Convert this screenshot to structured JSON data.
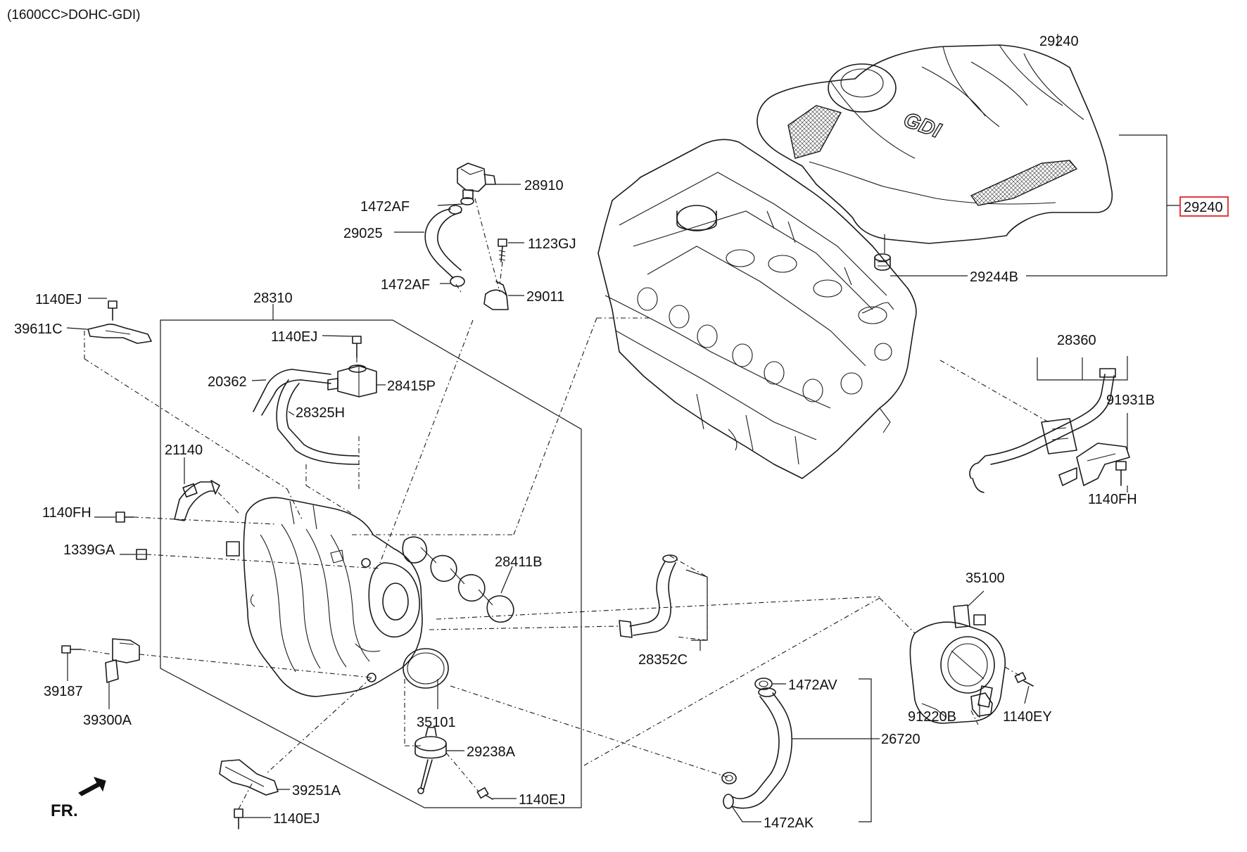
{
  "header": {
    "title": "(1600CC>DOHC-GDI)"
  },
  "engine_cover": {
    "emblem": "GDI"
  },
  "orientation": {
    "label": "FR."
  },
  "labels": {
    "l29240_top": "29240",
    "l29240_box": "29240",
    "l29244B": "29244B",
    "l28910": "28910",
    "l1472AF_a": "1472AF",
    "l29025": "29025",
    "l1123GJ": "1123GJ",
    "l1472AF_b": "1472AF",
    "l29011": "29011",
    "l1140EJ_a": "1140EJ",
    "l39611C": "39611C",
    "l28310": "28310",
    "l1140EJ_b": "1140EJ",
    "l20362": "20362",
    "l28415P": "28415P",
    "l28325H": "28325H",
    "l21140": "21140",
    "l1140FH_a": "1140FH",
    "l1339GA": "1339GA",
    "l28411B": "28411B",
    "l28360": "28360",
    "l91931B": "91931B",
    "l1140FH_b": "1140FH",
    "l35100": "35100",
    "l28352C": "28352C",
    "l39187": "39187",
    "l39300A": "39300A",
    "l35101": "35101",
    "l1472AV": "1472AV",
    "l91220B": "91220B",
    "l1140EY": "1140EY",
    "l26720": "26720",
    "l29238A": "29238A",
    "l39251A": "39251A",
    "l1140EJ_c": "1140EJ",
    "l1140EJ_d": "1140EJ",
    "l1472AK": "1472AK"
  },
  "highlight_color": "#e0262b"
}
